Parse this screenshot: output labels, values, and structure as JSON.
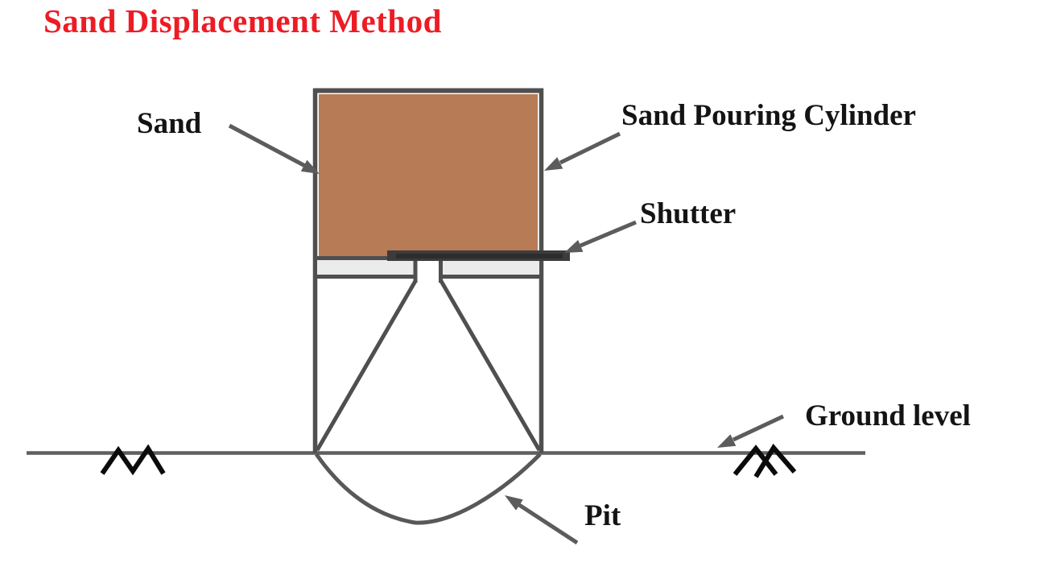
{
  "title": {
    "text": "Sand Displacement Method"
  },
  "labels": {
    "sand": "Sand",
    "cylinder": "Sand Pouring Cylinder",
    "shutter": "Shutter",
    "ground": "Ground level",
    "pit": "Pit"
  },
  "colors": {
    "title_red": "#ED1C24",
    "label_text": "#141414",
    "sand_fill": "#B77B55",
    "outline_dark": "#4F4F4F",
    "shutter_dark": "#3C3C3C",
    "shutter_core": "#2D2D2D",
    "plate_fill": "#EBEBEB",
    "ground_line": "#5F5F5F",
    "pit_line": "#585858",
    "arrow": "#5C5C5C",
    "hatch_black": "#0B0B0B",
    "background": "#FFFFFF"
  }
}
